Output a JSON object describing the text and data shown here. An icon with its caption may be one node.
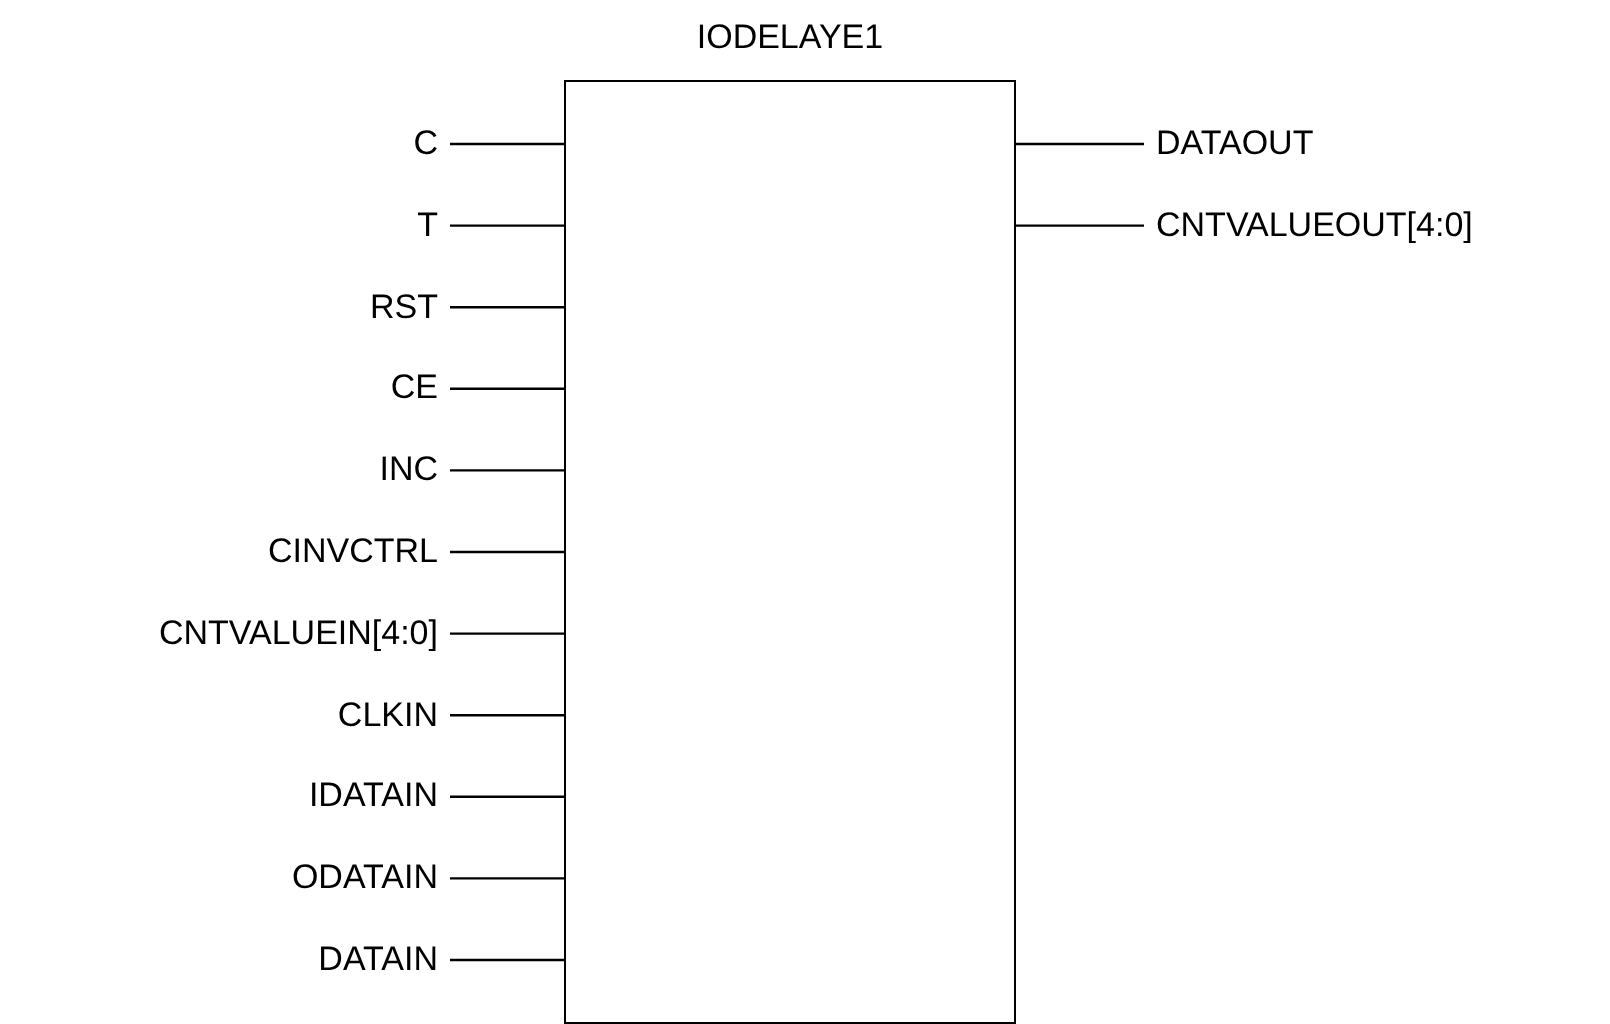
{
  "diagram": {
    "nodes": [
      {
        "text": [
          "IODELAYE1"
        ]
      },
      {
        "text": [
          "C"
        ]
      },
      {
        "text": [
          "T"
        ]
      },
      {
        "text": [
          "RST"
        ]
      },
      {
        "text": [
          "CE"
        ]
      },
      {
        "text": [
          "INC"
        ]
      },
      {
        "text": [
          "CINVCTRL"
        ]
      },
      {
        "text": [
          "CNTVALUEIN[4:0]"
        ]
      },
      {
        "text": [
          "CLKIN"
        ]
      },
      {
        "text": [
          "IDATAIN"
        ]
      },
      {
        "text": [
          "ODATAIN"
        ]
      },
      {
        "text": [
          "DATAIN"
        ]
      },
      {
        "text": [
          "DATAOUT"
        ]
      },
      {
        "text": [
          "CNTVALUEOUT[4:0]"
        ]
      }
    ],
    "edges": [
      {
        "from": 1,
        "to": 0,
        "arrow": "none"
      },
      {
        "from": 2,
        "to": 0,
        "arrow": "none"
      },
      {
        "from": 3,
        "to": 0,
        "arrow": "none"
      },
      {
        "from": 4,
        "to": 0,
        "arrow": "none"
      },
      {
        "from": 5,
        "to": 0,
        "arrow": "none"
      },
      {
        "from": 6,
        "to": 0,
        "arrow": "none"
      },
      {
        "from": 7,
        "to": 0,
        "arrow": "none"
      },
      {
        "from": 8,
        "to": 0,
        "arrow": "none"
      },
      {
        "from": 9,
        "to": 0,
        "arrow": "none"
      },
      {
        "from": 10,
        "to": 0,
        "arrow": "none"
      },
      {
        "from": 11,
        "to": 0,
        "arrow": "none"
      },
      {
        "from": 0,
        "to": 12,
        "arrow": "none"
      },
      {
        "from": 0,
        "to": 13,
        "arrow": "none"
      }
    ]
  }
}
